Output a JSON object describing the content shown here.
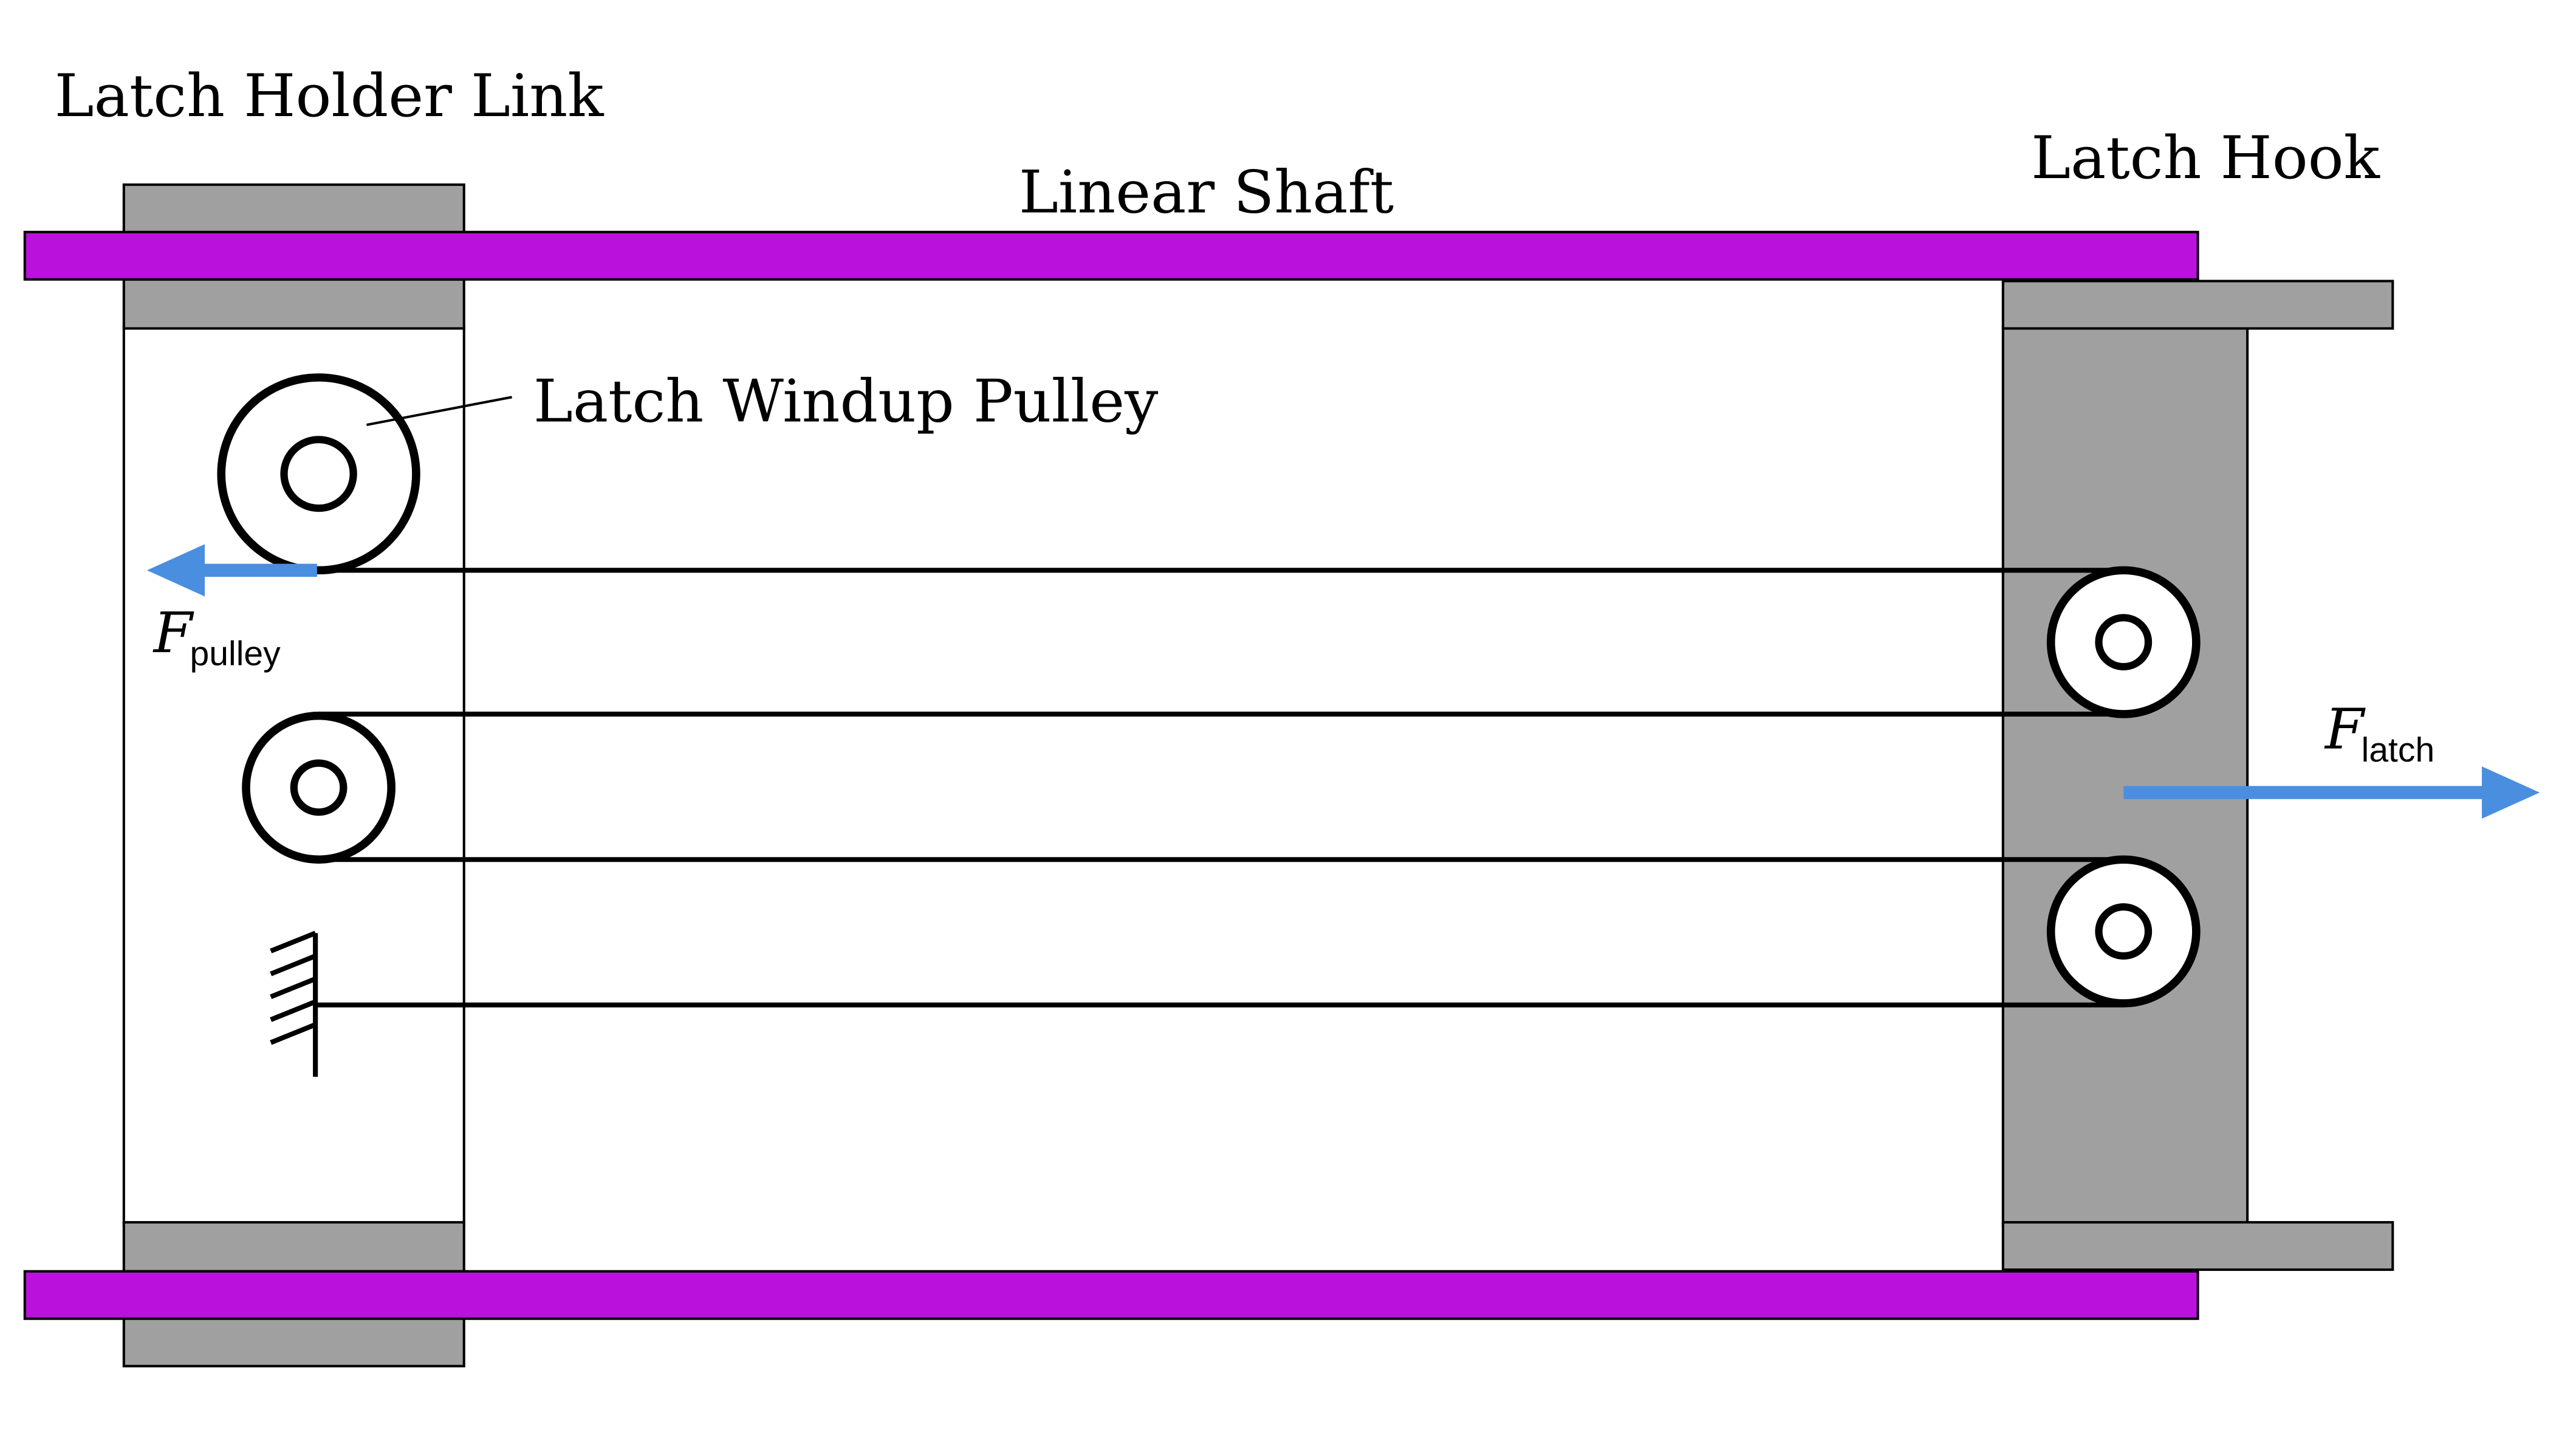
{
  "labels": {
    "latch_holder_link": "Latch Holder Link",
    "linear_shaft": "Linear Shaft",
    "latch_hook": "Latch Hook",
    "latch_windup_pulley": "Latch Windup Pulley"
  },
  "forces": {
    "pulley": {
      "symbol": "F",
      "subscript": "pulley"
    },
    "latch": {
      "symbol": "F",
      "subscript": "latch"
    }
  },
  "colors": {
    "shaft": "#bb11dd",
    "body_gray": "#a0a0a0",
    "arrow_blue": "#4a8ee0",
    "outline": "#000000",
    "background": "#ffffff"
  }
}
